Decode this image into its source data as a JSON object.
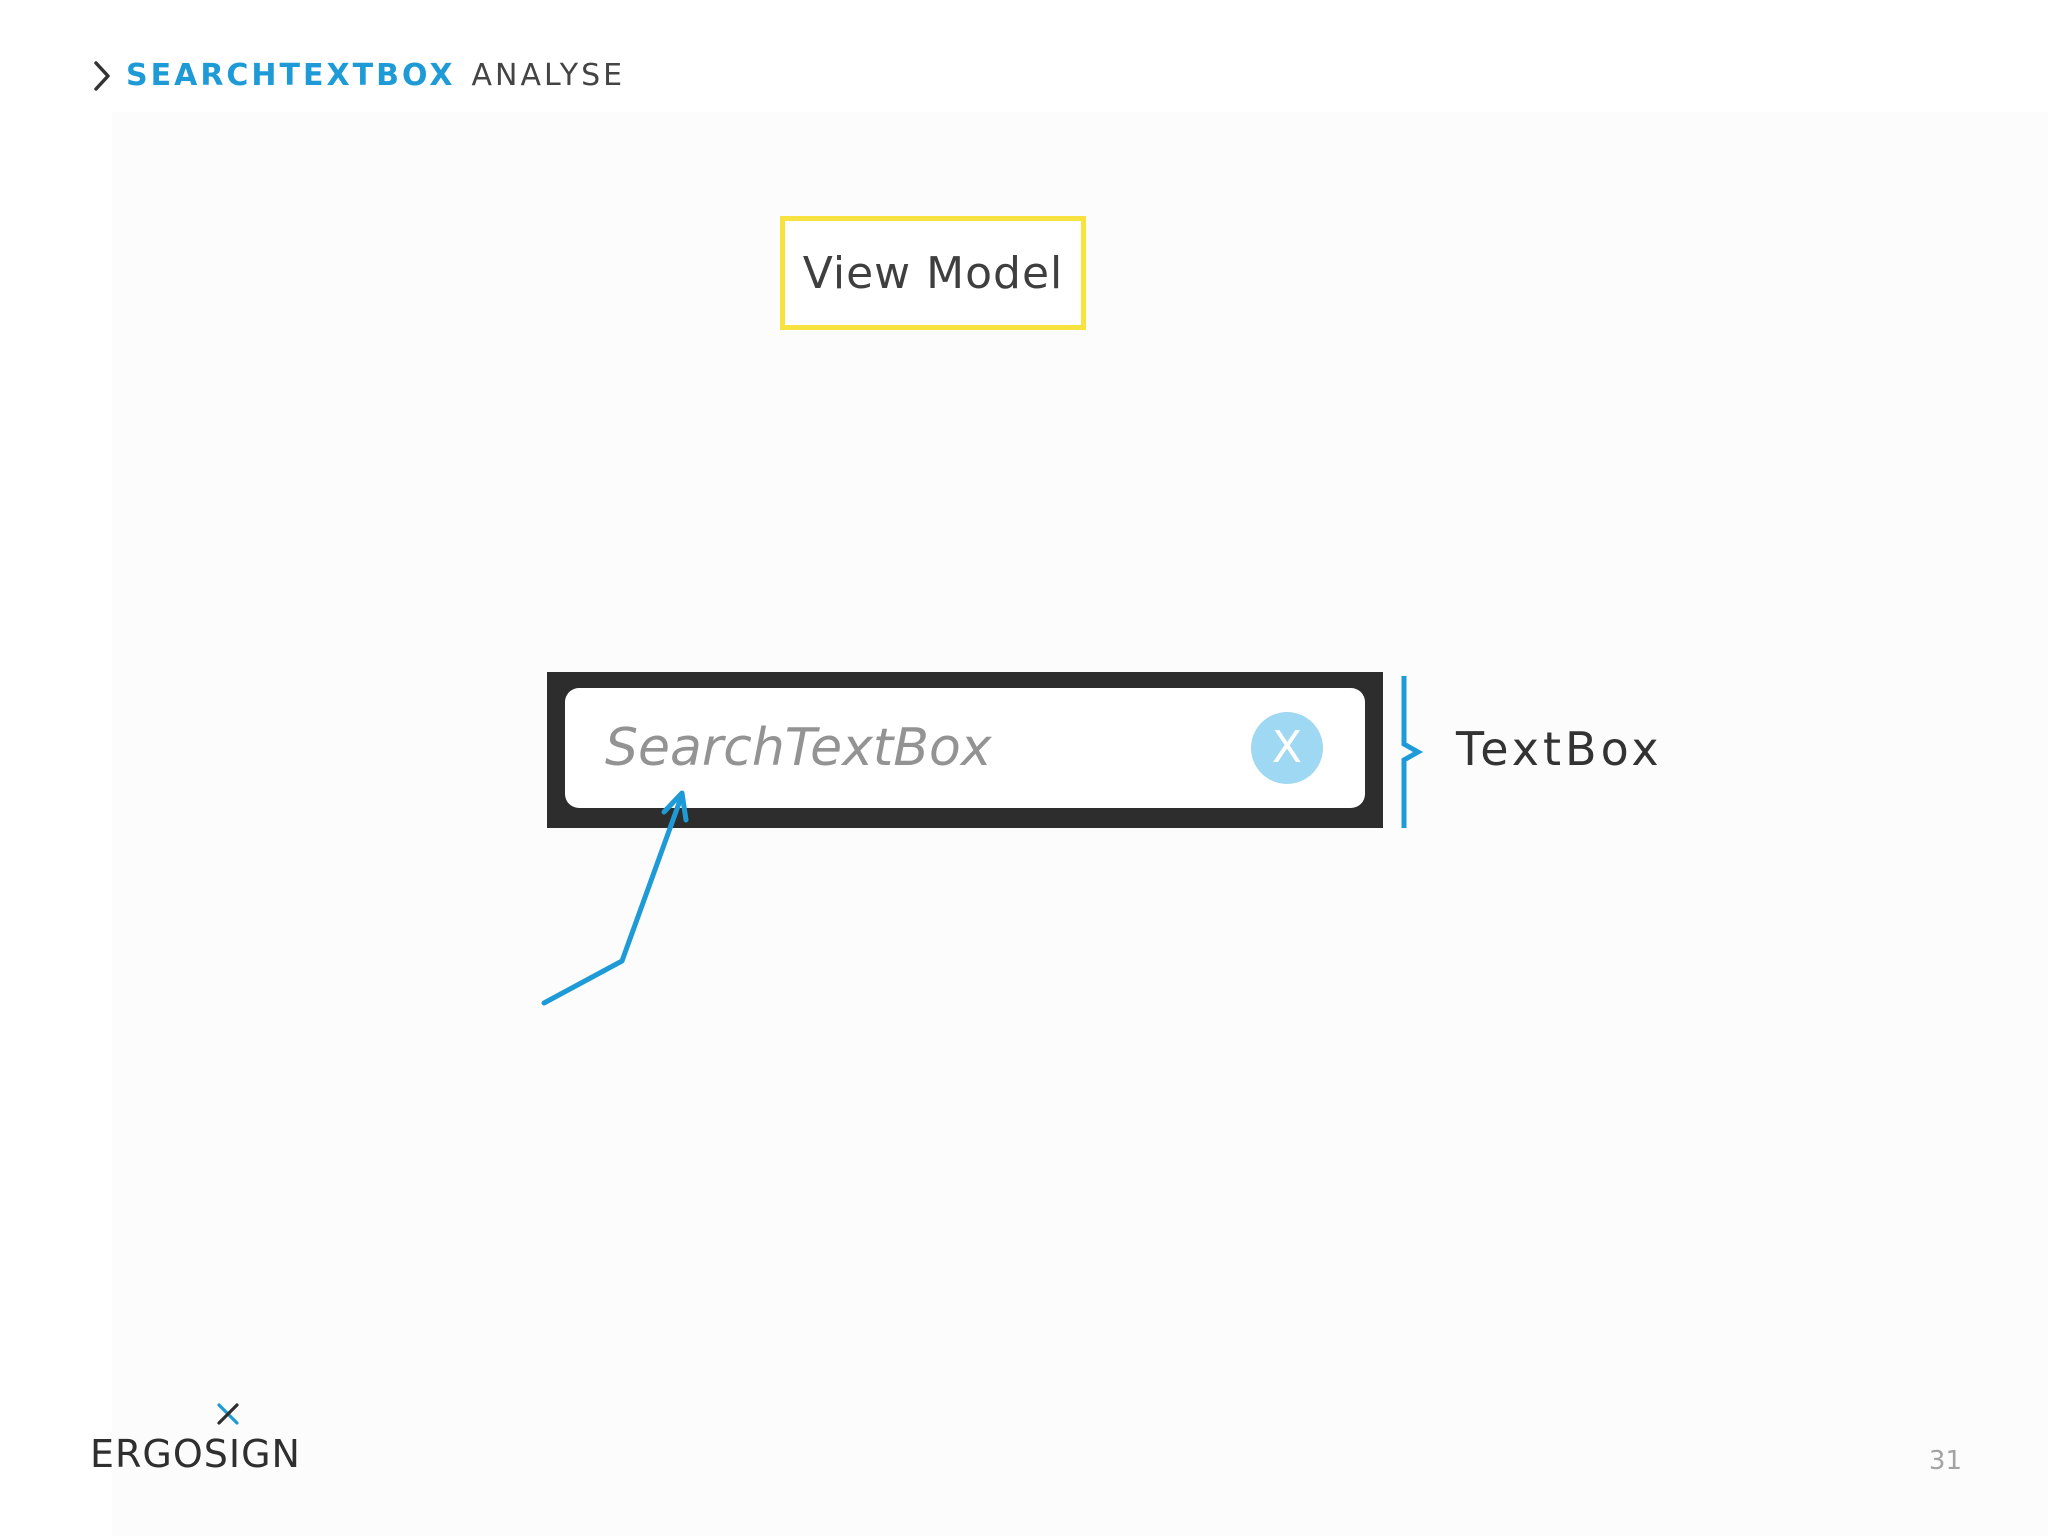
{
  "header": {
    "title_strong": "SEARCHTEXTBOX",
    "title_light": "ANALYSE",
    "icon": "chevron-right-icon"
  },
  "diagram": {
    "view_model_label": "View Model",
    "search_textbox_placeholder": "SearchTextBox",
    "clear_button_label": "X",
    "textbox_label": "TextBox"
  },
  "footer": {
    "logo_text": "ERGOSIGN",
    "logo_mark_icon": "x-mark-icon",
    "page_number": "31"
  },
  "colors": {
    "accent_blue": "#1e9bd7",
    "view_model_border": "#f8e23f",
    "frame_dark": "#2d2d2d",
    "clear_button": "#9fd8f2"
  }
}
